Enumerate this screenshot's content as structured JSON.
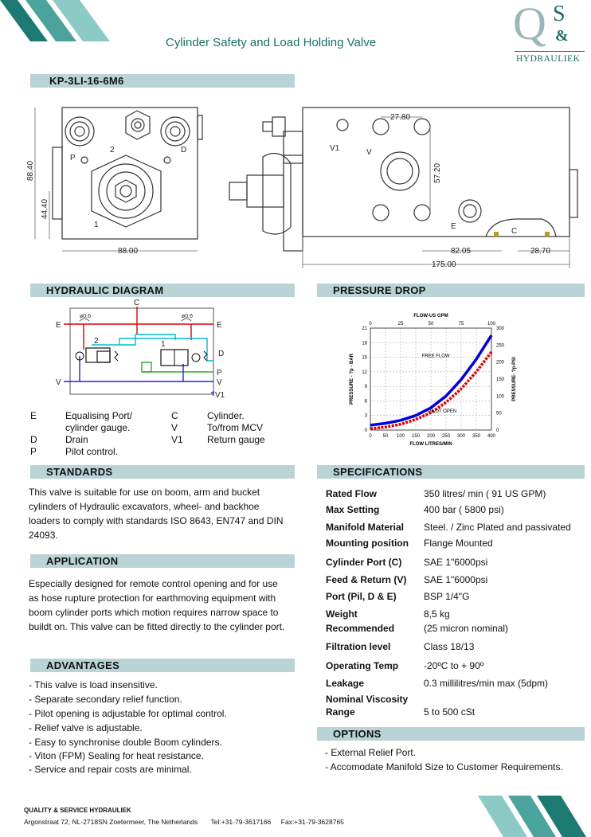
{
  "header": {
    "title": "Cylinder Safety and Load Holding Valve",
    "logo_letters": [
      "Q",
      "S",
      "&"
    ],
    "logo_name": "HYDRAULIEK"
  },
  "model": "KP-3LI-16-6M6",
  "drawing": {
    "dims": [
      "88.40",
      "44.40",
      "88.00",
      "27.80",
      "57.20",
      "82.05",
      "28.70",
      "175.00"
    ],
    "ports": [
      "P",
      "2",
      "D",
      "1",
      "V1",
      "V",
      "E",
      "C"
    ]
  },
  "sections": {
    "hydraulic": "HYDRAULIC DIAGRAM",
    "pressure": "PRESSURE DROP",
    "standards": "STANDARDS",
    "specifications": "SPECIFICATIONS",
    "application": "APPLICATION",
    "advantages": "ADVANTAGES",
    "options": "OPTIONS"
  },
  "hydraulic_diagram": {
    "labels": [
      "C",
      "E",
      "E",
      "2",
      "1",
      "D",
      "P",
      "V",
      "V",
      "V1",
      "ø0.6",
      "ø0.6"
    ]
  },
  "legend": [
    {
      "code": "E",
      "text": "Equalising Port/",
      "text2": "cylinder gauge."
    },
    {
      "code": "D",
      "text": "Drain"
    },
    {
      "code": "P",
      "text": "Pilot control."
    },
    {
      "code": "C",
      "text": "Cylinder."
    },
    {
      "code": "V",
      "text": "To/from MCV"
    },
    {
      "code": "V1",
      "text": "Return gauge"
    }
  ],
  "chart_data": {
    "type": "line",
    "title": "",
    "xlabel": "FLOW LITRES/MIN",
    "x2label": "FLOW-US GPM",
    "ylabel": "PRESSURE - ?p - BAR",
    "y2label": "PRESSURE- ?p-PSI",
    "xlim": [
      0,
      400
    ],
    "ylim": [
      0,
      21
    ],
    "x_ticks": [
      0,
      50,
      100,
      150,
      200,
      250,
      300,
      350,
      400
    ],
    "y_ticks": [
      0,
      3,
      6,
      9,
      12,
      15,
      18,
      21
    ],
    "x2_ticks": [
      0,
      25,
      50,
      75,
      100
    ],
    "y2_ticks": [
      0,
      50,
      100,
      150,
      200,
      250,
      300
    ],
    "grid": true,
    "series": [
      {
        "name": "FREE FLOW",
        "color": "#0000dd",
        "style": "solid",
        "x": [
          0,
          50,
          100,
          150,
          200,
          250,
          300,
          350,
          400
        ],
        "y": [
          1.0,
          1.4,
          2.0,
          3.0,
          4.6,
          7.0,
          10.4,
          14.6,
          19.5
        ]
      },
      {
        "name": "PILOT OPEN",
        "color": "#dd0000",
        "style": "dashed",
        "x": [
          0,
          50,
          100,
          150,
          200,
          250,
          300,
          350,
          400
        ],
        "y": [
          0.3,
          0.6,
          1.2,
          2.2,
          3.6,
          5.7,
          8.5,
          12.0,
          16.1
        ]
      }
    ]
  },
  "standards_text": "This valve is suitable for use on boom, arm and bucket cylinders of Hydraulic excavators, wheel- and backhoe loaders to comply with standards ISO 8643, EN747 and DIN 24093.",
  "application_text": "Especially designed for remote control opening and for use as hose rupture protection for earthmoving equipment with boom cylinder ports which motion requires narrow space to buildt on. This valve can be fitted directly to the cylinder port.",
  "advantages": [
    "- This valve is load insensitive.",
    "- Separate secondary relief function.",
    "- Pilot opening is adjustable for optimal control.",
    "- Relief valve is adjustable.",
    "- Easy to synchronise double Boom cylinders.",
    "- Viton (FPM) Sealing for heat resistance.",
    "- Service and repair costs are minimal."
  ],
  "specs": [
    {
      "label": "Rated Flow",
      "value": "350 litres/ min ( 91 US GPM)"
    },
    {
      "label": "Max Setting",
      "value": "400 bar ( 5800 psi)"
    },
    {
      "label": "Manifold Material",
      "value": "Steel. / Zinc Plated and passivated"
    },
    {
      "label": "Mounting position",
      "value": "Flange Mounted"
    },
    {
      "label": "Cylinder Port (C)",
      "value": "SAE 1\"6000psi"
    },
    {
      "label": "Feed & Return (V)",
      "value": "SAE 1\"6000psi"
    },
    {
      "label": "Port (Pil, D & E)",
      "value": "BSP 1/4\"G"
    },
    {
      "label": "Weight",
      "value": "8,5  kg"
    },
    {
      "label": "Recommended",
      "value": "(25 micron nominal)"
    },
    {
      "label": "Filtration level",
      "value": "Class 18/13"
    },
    {
      "label": "Operating Temp",
      "value": "-20ºC to + 90º"
    },
    {
      "label": "Leakage",
      "value": "0.3 millilitres/min max (5dpm)"
    },
    {
      "label": "Nominal Viscosity",
      "value": ""
    },
    {
      "label": "Range",
      "value": "5 to 500 cSt"
    }
  ],
  "options": [
    "- External Relief Port.",
    "- Accomodate Manifold Size to Customer Requirements."
  ],
  "footer": {
    "company": "QUALITY & SERVICE HYDRAULIEK",
    "address": "Argonstraat 72, NL-2718SN Zoetermeer, The Netherlands",
    "tel": "Tel:+31-79-3617166",
    "fax": "Fax:+31-79-3628765"
  },
  "colors": {
    "teal_dark": "#1d7a73",
    "teal_mid": "#4aa39c",
    "teal_light": "#8ccac6",
    "section_bar": "#b9d3d6",
    "title": "#1a6e68"
  }
}
